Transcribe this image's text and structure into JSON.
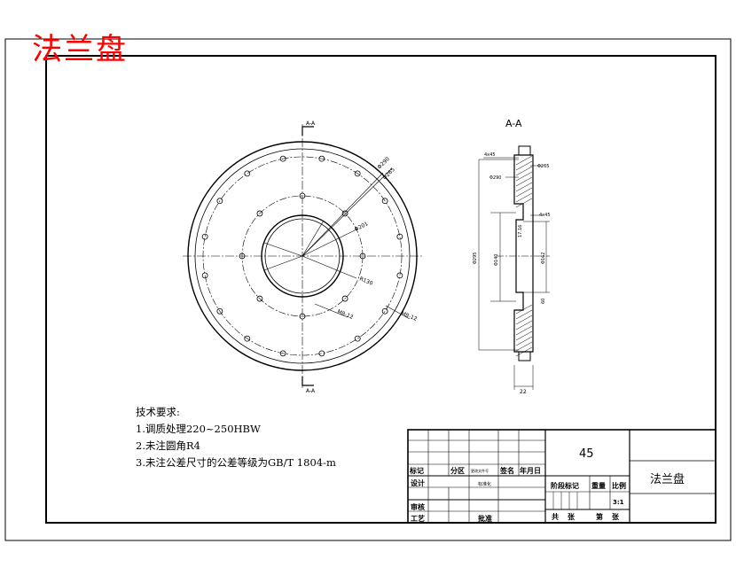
{
  "title_big": "法兰盘",
  "section_label": "A-A",
  "cut_label": "A-A",
  "tech_notes": {
    "heading": "技术要求:",
    "items": [
      "1.调质处理220~250HBW",
      "2.未注圆角R4",
      "3.未注公差尺寸的公差等级为GB/T 1804-m"
    ]
  },
  "front_dims": {
    "d_outer": "Φ290",
    "d_pcd1": "Φ265",
    "d_pcd2": "Φ201",
    "r_pcd3": "R130",
    "hole1": "M8-12",
    "hole2": "M8-12"
  },
  "section_dims": {
    "top_small": "4x45",
    "left_top": "Φ290",
    "right_top": "Φ265",
    "mid_top": "4x45",
    "bore1": "17.16",
    "d_left": "Φ295",
    "d_inner": "Φ140",
    "d_right": "Φ162",
    "dim_r": "60",
    "width_bottom": "22"
  },
  "title_block": {
    "material": "45",
    "part_name": "法兰盘",
    "scale": "3:1",
    "labels": {
      "mark": "标记",
      "zone": "分区",
      "file_no": "更改文件号",
      "sign": "签名",
      "date": "年月日",
      "design": "设计",
      "standardize": "标准化",
      "stage_mark": "阶段标记",
      "weight": "重量",
      "ratio": "比例",
      "review": "审核",
      "process": "工艺",
      "approve": "批准",
      "total": "共",
      "sheets": "张",
      "sheet_no": "第",
      "sheet": "张"
    }
  },
  "colors": {
    "line": "#000000",
    "title_red": "#ff0000"
  }
}
